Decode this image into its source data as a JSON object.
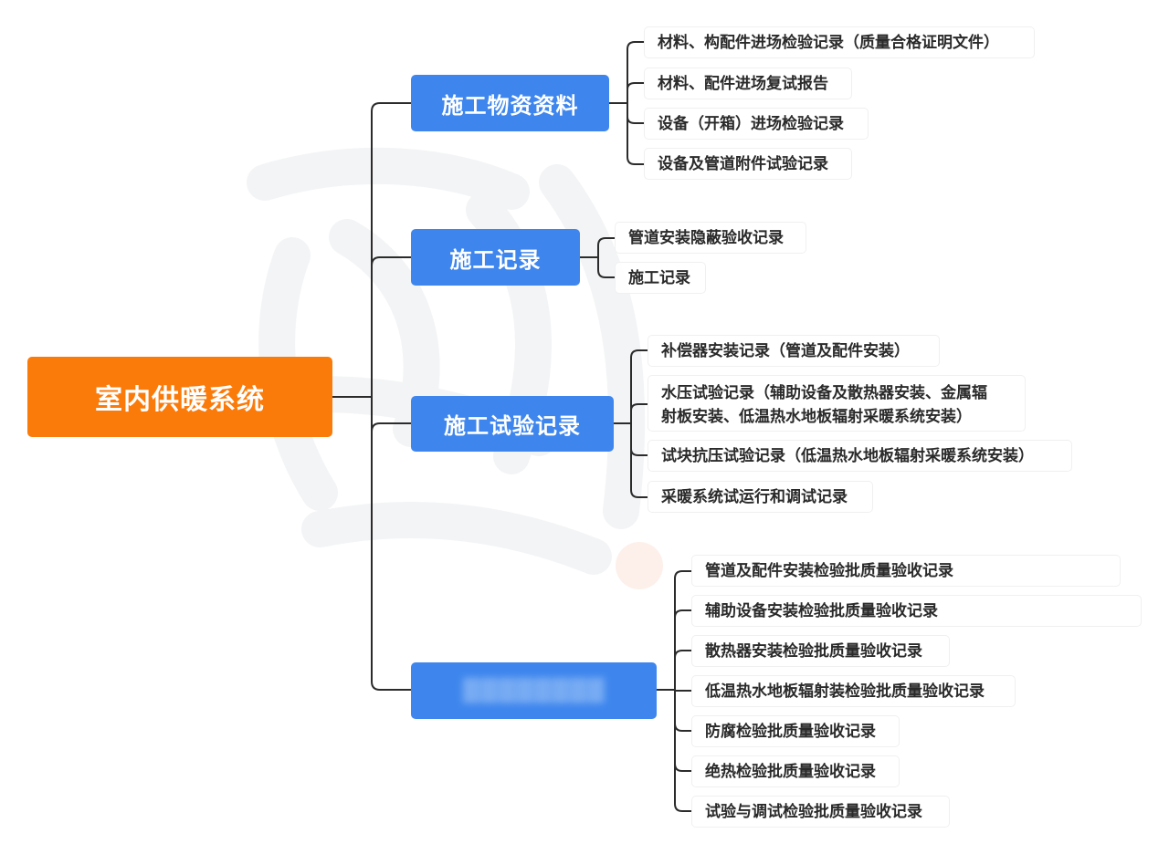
{
  "mindmap": {
    "root": {
      "label": "室内供暖系统",
      "color": "#fb7b0a"
    },
    "branch_color": "#3e86ed",
    "line_color": "#2b2b2b",
    "branches": [
      {
        "label": "施工物资资料",
        "children": [
          "材料、构配件进场检验记录（质量合格证明文件）",
          "材料、配件进场复试报告",
          "设备（开箱）进场检验记录",
          "设备及管道附件试验记录"
        ]
      },
      {
        "label": "施工记录",
        "children": [
          "管道安装隐蔽验收记录",
          "施工记录"
        ]
      },
      {
        "label": "施工试验记录",
        "children": [
          "补偿器安装记录（管道及配件安装）",
          "水压试验记录（辅助设备及散热器安装、金属辐射板安装、低温热水地板辐射采暖系统安装）",
          "试块抗压试验记录（低温热水地板辐射采暖系统安装）",
          "采暖系统试运行和调试记录"
        ]
      },
      {
        "label": "▓▓▓▓▓▓▓▓",
        "label_obscured": true,
        "children": [
          "管道及配件安装检验批质量验收记录",
          "辅助设备安装检验批质量验收记录",
          "散热器安装检验批质量验收记录",
          "低温热水地板辐射装检验批质量验收记录",
          "防腐检验批质量验收记录",
          "绝热检验批质量验收记录",
          "试验与调试检验批质量验收记录"
        ]
      }
    ],
    "water_split": {
      "line1": "水压试验记录（辅助设备及散热器安装、金属辐",
      "line2": "射板安装、低温热水地板辐射采暖系统安装）"
    }
  }
}
